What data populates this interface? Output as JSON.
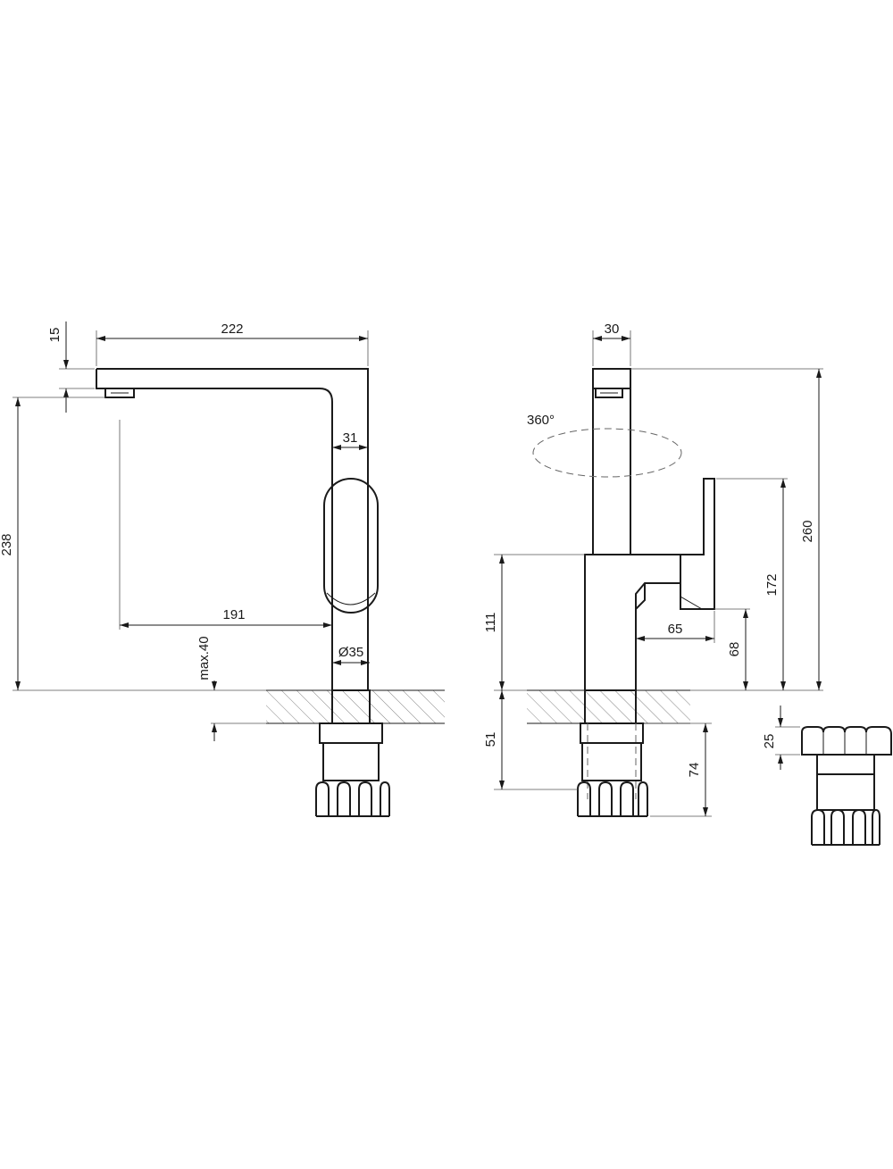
{
  "dimensions": {
    "spout_length": "222",
    "spout_height": "15",
    "total_height_front": "238",
    "body_width": "31",
    "reach": "191",
    "base_diameter": "Ø35",
    "max_countertop": "max.40",
    "side_width": "30",
    "rotation": "360°",
    "total_height_side": "260",
    "lever_height": "172",
    "body_height": "111",
    "lever_offset": "65",
    "lever_base": "68",
    "shank_depth": "51",
    "nut_depth": "74",
    "nut_height": "25"
  },
  "colors": {
    "line": "#1a1a1a",
    "hatch": "#666666",
    "background": "#ffffff"
  }
}
